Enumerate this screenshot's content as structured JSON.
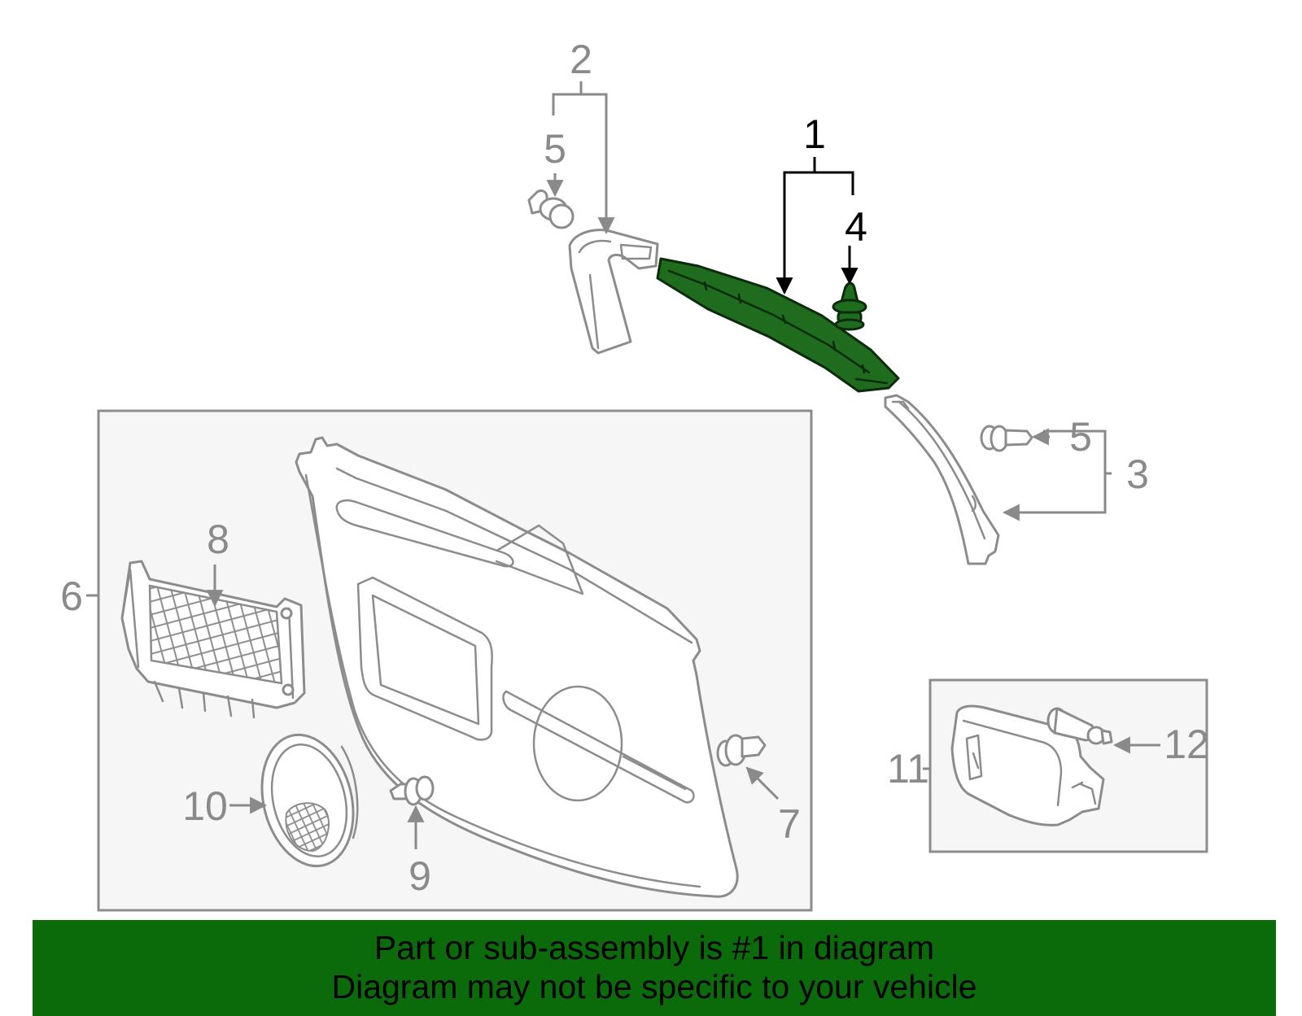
{
  "callouts": {
    "c1": "1",
    "c2": "2",
    "c3": "3",
    "c4": "4",
    "c5a": "5",
    "c5b": "5",
    "c6": "6",
    "c7": "7",
    "c8": "8",
    "c9": "9",
    "c10": "10",
    "c11": "11",
    "c12": "12"
  },
  "highlighted_part": "1",
  "colors": {
    "highlight": "#1f6c1f",
    "banner": "#0b6b0b",
    "linework": "#8c8c8c"
  },
  "banner": {
    "line1": "Part or sub-assembly is #1 in diagram",
    "line2": "Diagram may not be specific to your vehicle"
  }
}
